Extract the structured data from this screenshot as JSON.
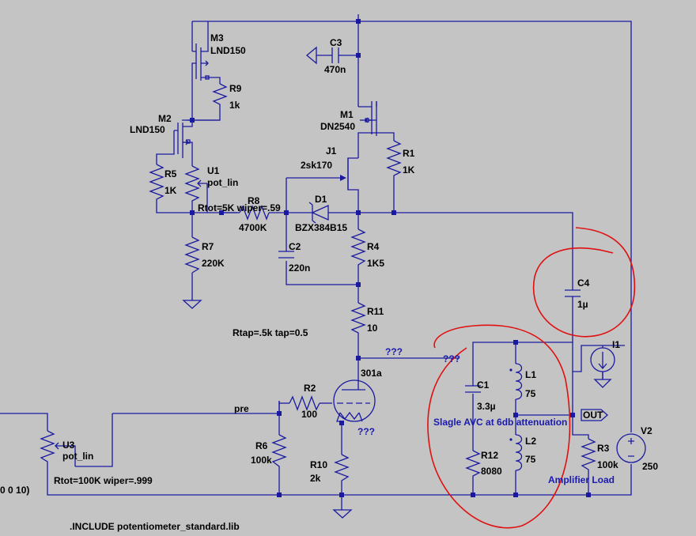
{
  "schematic": {
    "components": {
      "m3": {
        "ref": "M3",
        "value": "LND150"
      },
      "r9": {
        "ref": "R9",
        "value": "1k"
      },
      "m2": {
        "ref": "M2",
        "value": "LND150"
      },
      "r5": {
        "ref": "R5",
        "value": "1K"
      },
      "u1": {
        "ref": "U1",
        "value": "pot_lin",
        "params": "Rtot=5K wiper=.59"
      },
      "r8": {
        "ref": "R8",
        "value": "4700K"
      },
      "r7": {
        "ref": "R7",
        "value": "220K"
      },
      "c3": {
        "ref": "C3",
        "value": "470n"
      },
      "m1": {
        "ref": "M1",
        "value": "DN2540"
      },
      "r1": {
        "ref": "R1",
        "value": "1K"
      },
      "j1": {
        "ref": "J1",
        "value": "2sk170"
      },
      "d1": {
        "ref": "D1",
        "value": "BZX384B15"
      },
      "c2": {
        "ref": "C2",
        "value": "220n"
      },
      "r4": {
        "ref": "R4",
        "value": "1K5"
      },
      "r11": {
        "ref": "R11",
        "value": "10"
      },
      "c4": {
        "ref": "C4",
        "value": "1µ"
      },
      "i1": {
        "ref": "I1"
      },
      "v2": {
        "ref": "V2",
        "value": "250"
      },
      "c1": {
        "ref": "C1",
        "value": "3.3µ"
      },
      "l1": {
        "ref": "L1",
        "value": "75"
      },
      "l2": {
        "ref": "L2",
        "value": "75"
      },
      "r12": {
        "ref": "R12",
        "value": "8080"
      },
      "r3": {
        "ref": "R3",
        "value": "100k"
      },
      "r2": {
        "ref": "R2",
        "value": "100"
      },
      "r6": {
        "ref": "R6",
        "value": "100k"
      },
      "r10": {
        "ref": "R10",
        "value": "2k"
      },
      "tube": {
        "value": "301a"
      },
      "u3": {
        "ref": "U3",
        "value": "pot_lin",
        "params": "Rtot=100K wiper=.999"
      }
    },
    "annotations": {
      "rtap": "Rtap=.5k tap=0.5",
      "q1": "???",
      "q2": "???",
      "q3": "???",
      "pre": "pre",
      "out": "OUT",
      "avc": "Slagle AVC at 6db attenuation",
      "load": "Amplifier Load",
      "left_cut": "0 0 10)",
      "include": ".INCLUDE potentiometer_standard.lib"
    }
  },
  "colors": {
    "background": "#c4c4c4",
    "wire": "#1a1aa0",
    "markup": "#e01010"
  }
}
